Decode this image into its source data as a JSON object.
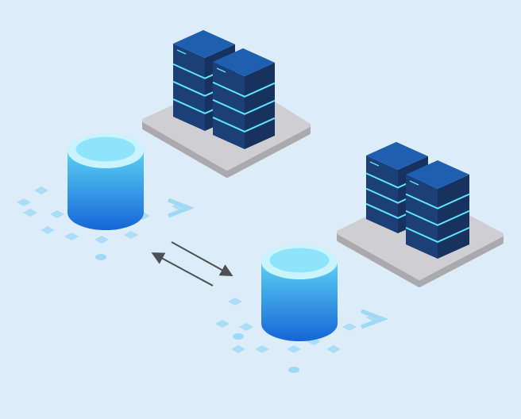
{
  "colors": {
    "background": "#dcecf8",
    "platform_top": "#cfcfd3",
    "platform_side": "#a9a9ae",
    "server_top": "#1f5fb0",
    "server_left": "#1c3f78",
    "server_right": "#17325f",
    "server_light": "#5fe6ff",
    "db_top_ring": "#c8f3ff",
    "db_top_inner": "#8fe4fb",
    "db_body_top": "#5cd0f3",
    "db_body_bottom": "#1566d6",
    "arrow": "#4d4f55",
    "decor": "#9fd9f5"
  },
  "scene": {
    "server_racks": [
      {
        "name": "server-rack-1"
      },
      {
        "name": "server-rack-2"
      }
    ],
    "databases": [
      {
        "name": "database-1"
      },
      {
        "name": "database-2"
      }
    ],
    "sync_arrows": "bidirectional"
  }
}
